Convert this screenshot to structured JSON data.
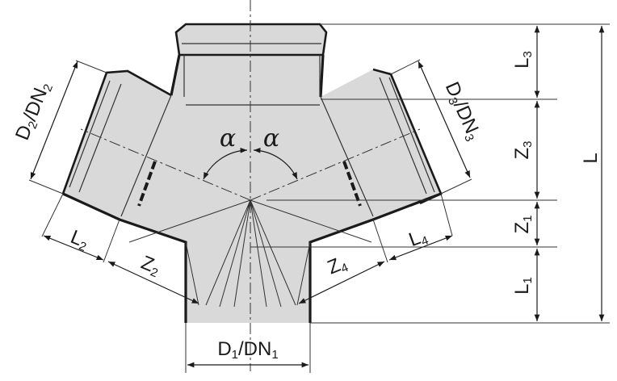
{
  "diagram": {
    "labels": {
      "d1": {
        "main": "D",
        "sub1": "1",
        "mid": "/DN",
        "sub2": "1"
      },
      "d2": {
        "main": "D",
        "sub1": "2",
        "mid": "/DN",
        "sub2": "2"
      },
      "d3": {
        "main": "D",
        "sub1": "3",
        "mid": "/DN",
        "sub2": "3"
      },
      "l": "L",
      "l1": {
        "main": "L",
        "sub": "1"
      },
      "l2": {
        "main": "L",
        "sub": "2"
      },
      "l3": {
        "main": "L",
        "sub": "3"
      },
      "l4": {
        "main": "L",
        "sub": "4"
      },
      "z1": {
        "main": "Z",
        "sub": "1"
      },
      "z2": {
        "main": "Z",
        "sub": "2"
      },
      "z3": {
        "main": "Z",
        "sub": "3"
      },
      "z4": {
        "main": "Z",
        "sub": "4"
      },
      "alpha": "α"
    },
    "colors": {
      "fill": "#d9d9d9",
      "outline": "#1a1a1a",
      "line": "#333333"
    }
  }
}
